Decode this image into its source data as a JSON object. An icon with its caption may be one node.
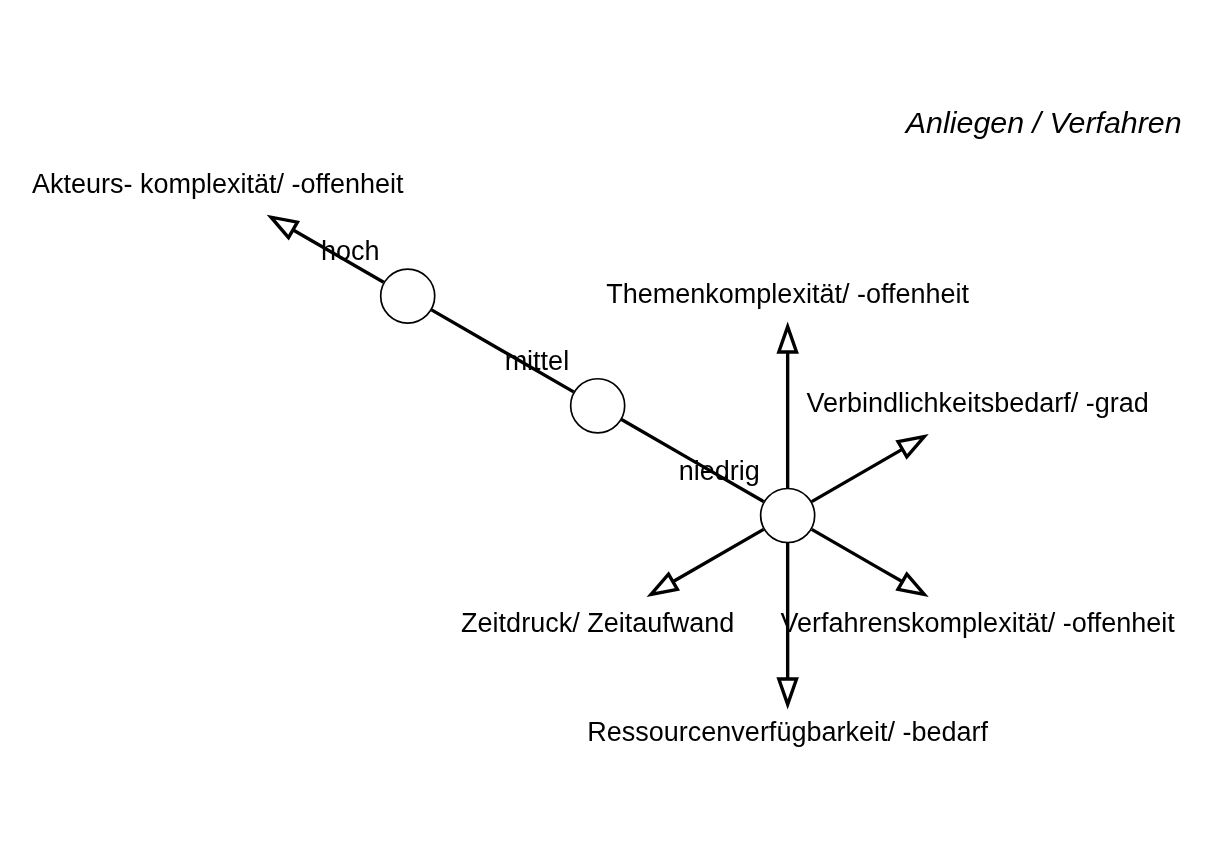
{
  "diagram": {
    "nodes": [
      {
        "text": [
          "Verbindlichkeitsbedarf/ -grad"
        ]
      },
      {
        "text": [
          "Themenkomplexität/ -offenheit"
        ]
      },
      {
        "text": [],
        "shape": "circle",
        "beside": [
          "niedrig"
        ]
      },
      {
        "text": [],
        "shape": "circle",
        "beside": [
          "mittel"
        ]
      },
      {
        "text": [],
        "shape": "circle",
        "beside": [
          "hoch"
        ]
      },
      {
        "text": [
          "Zeitdruck/ Zeitaufwand"
        ]
      },
      {
        "text": [
          "Akteurs- komplexität/ -offenheit"
        ]
      },
      {
        "text": [
          "Ressourcenverfügbarkeit/ -bedarf"
        ]
      },
      {
        "text": [
          "Verfahrenskomplexität/ -offenheit"
        ]
      }
    ],
    "edges": [
      {
        "from": 2,
        "to": 0,
        "arrow": "to"
      },
      {
        "from": 2,
        "to": 1,
        "arrow": "to"
      },
      {
        "from": 2,
        "to": 5,
        "arrow": "to"
      },
      {
        "from": 2,
        "to": 3,
        "arrow": "none"
      },
      {
        "from": 3,
        "to": 4,
        "arrow": "none"
      },
      {
        "from": 4,
        "to": 6,
        "arrow": "to"
      },
      {
        "from": 2,
        "to": 7,
        "arrow": "to"
      },
      {
        "from": 2,
        "to": 8,
        "arrow": "to"
      }
    ],
    "labels": [
      "Anliegen / Verfahren"
    ]
  }
}
